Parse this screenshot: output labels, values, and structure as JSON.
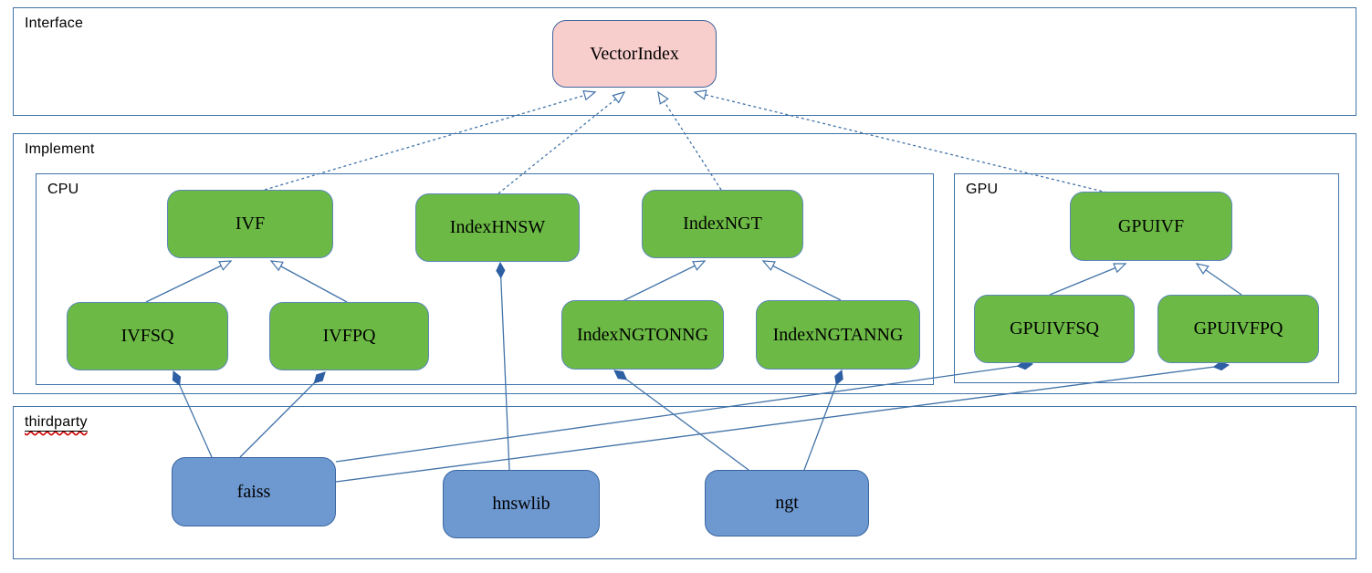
{
  "diagram": {
    "containers": [
      {
        "id": "interface",
        "label": "Interface"
      },
      {
        "id": "implement",
        "label": "Implement"
      },
      {
        "id": "cpu",
        "label": "CPU"
      },
      {
        "id": "gpu",
        "label": "GPU"
      },
      {
        "id": "thirdparty",
        "label": "thirdparty",
        "spellcheck_underline": true
      }
    ],
    "nodes": [
      {
        "id": "vectorindex",
        "label": "VectorIndex",
        "kind": "interface"
      },
      {
        "id": "ivf",
        "label": "IVF",
        "kind": "implementation"
      },
      {
        "id": "indexhnsw",
        "label": "IndexHNSW",
        "kind": "implementation"
      },
      {
        "id": "indexngt",
        "label": "IndexNGT",
        "kind": "implementation"
      },
      {
        "id": "gpuivf",
        "label": "GPUIVF",
        "kind": "implementation"
      },
      {
        "id": "ivfsq",
        "label": "IVFSQ",
        "kind": "implementation"
      },
      {
        "id": "ivfpq",
        "label": "IVFPQ",
        "kind": "implementation"
      },
      {
        "id": "indexngtonng",
        "label": "IndexNGTONNG",
        "kind": "implementation"
      },
      {
        "id": "indexngtanng",
        "label": "IndexNGTANNG",
        "kind": "implementation"
      },
      {
        "id": "gpuivfsq",
        "label": "GPUIVFSQ",
        "kind": "implementation"
      },
      {
        "id": "gpuivfpq",
        "label": "GPUIVFPQ",
        "kind": "implementation"
      },
      {
        "id": "faiss",
        "label": "faiss",
        "kind": "thirdparty"
      },
      {
        "id": "hnswlib",
        "label": "hnswlib",
        "kind": "thirdparty"
      },
      {
        "id": "ngt",
        "label": "ngt",
        "kind": "thirdparty"
      }
    ],
    "edges": [
      {
        "from": "ivf",
        "to": "vectorindex",
        "type": "realization"
      },
      {
        "from": "indexhnsw",
        "to": "vectorindex",
        "type": "realization"
      },
      {
        "from": "indexngt",
        "to": "vectorindex",
        "type": "realization"
      },
      {
        "from": "gpuivf",
        "to": "vectorindex",
        "type": "realization"
      },
      {
        "from": "ivfsq",
        "to": "ivf",
        "type": "generalization"
      },
      {
        "from": "ivfpq",
        "to": "ivf",
        "type": "generalization"
      },
      {
        "from": "indexngtonng",
        "to": "indexngt",
        "type": "generalization"
      },
      {
        "from": "indexngtanng",
        "to": "indexngt",
        "type": "generalization"
      },
      {
        "from": "gpuivfsq",
        "to": "gpuivf",
        "type": "generalization"
      },
      {
        "from": "gpuivfpq",
        "to": "gpuivf",
        "type": "generalization"
      },
      {
        "from": "faiss",
        "to": "ivfsq",
        "type": "composition"
      },
      {
        "from": "faiss",
        "to": "ivfpq",
        "type": "composition"
      },
      {
        "from": "hnswlib",
        "to": "indexhnsw",
        "type": "composition"
      },
      {
        "from": "ngt",
        "to": "indexngtonng",
        "type": "composition"
      },
      {
        "from": "ngt",
        "to": "indexngtanng",
        "type": "composition"
      },
      {
        "from": "faiss",
        "to": "gpuivfsq",
        "type": "composition"
      },
      {
        "from": "faiss",
        "to": "gpuivfpq",
        "type": "composition"
      }
    ],
    "colors": {
      "line": "#4273a8",
      "container_border": "#4173a8",
      "interface_fill": "#f8cecd",
      "interface_border": "#41659c",
      "implementation_fill": "#6cba45",
      "implementation_border": "#5c87b8",
      "thirdparty_fill": "#6d98d0",
      "thirdparty_border": "#3a66a0",
      "diamond_fill": "#2e5fa3",
      "spellcheck_color": "#cc0000"
    }
  }
}
